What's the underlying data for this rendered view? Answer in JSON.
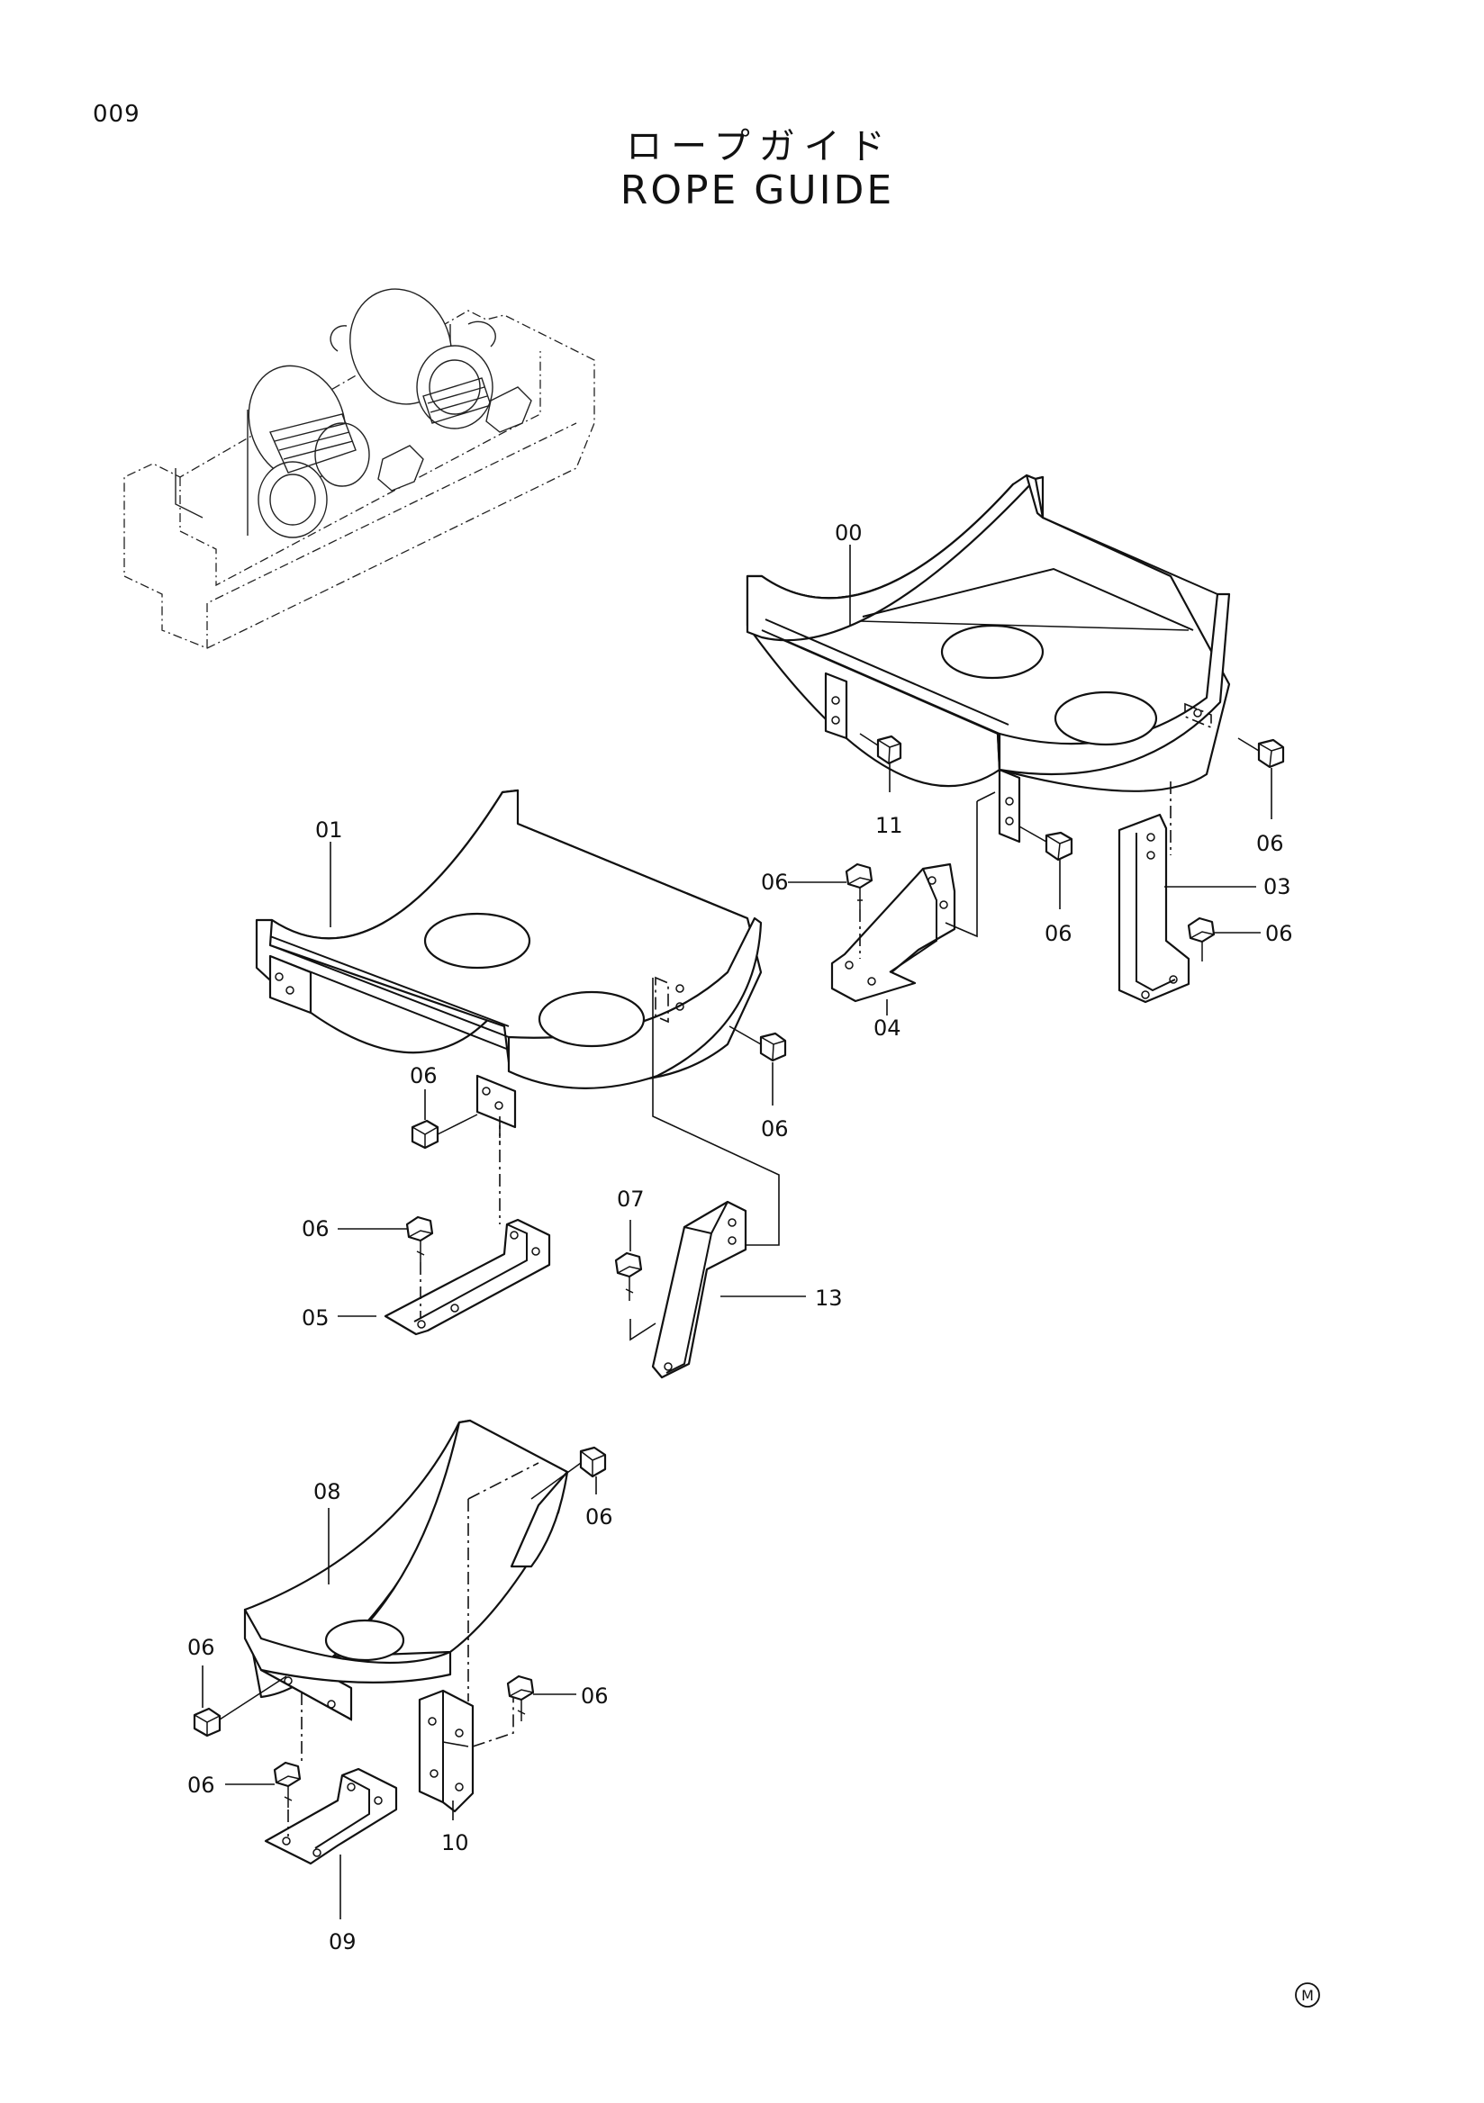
{
  "header": {
    "page_number": "009",
    "title_jp": "ロープガイド",
    "title_en": "ROPE GUIDE"
  },
  "callouts": [
    {
      "id": "c00",
      "text": "00"
    },
    {
      "id": "c01",
      "text": "01"
    },
    {
      "id": "c03",
      "text": "03"
    },
    {
      "id": "c04",
      "text": "04"
    },
    {
      "id": "c05",
      "text": "05"
    },
    {
      "id": "c06",
      "text": "06"
    },
    {
      "id": "c07",
      "text": "07"
    },
    {
      "id": "c08",
      "text": "08"
    },
    {
      "id": "c09",
      "text": "09"
    },
    {
      "id": "c10",
      "text": "10"
    },
    {
      "id": "c11",
      "text": "11"
    },
    {
      "id": "c13",
      "text": "13"
    }
  ],
  "footer": {
    "mark": "M"
  }
}
